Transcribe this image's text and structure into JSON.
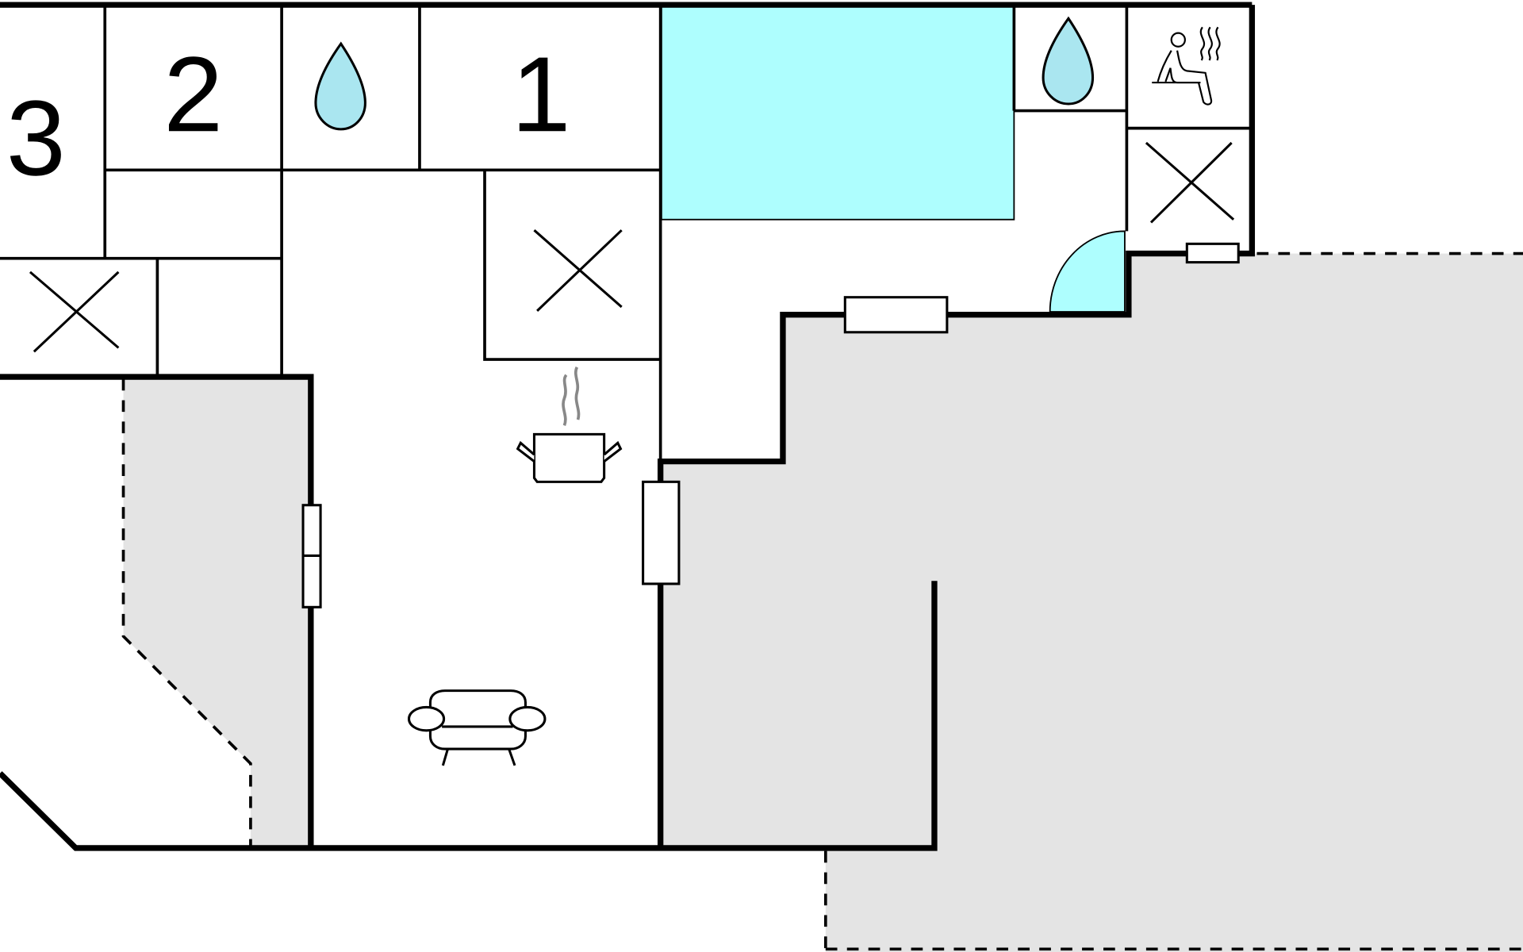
{
  "floor_plan": {
    "room_numbers": {
      "room_1": "1",
      "room_2": "2",
      "room_3": "3"
    },
    "icons": [
      "water-drop-icon",
      "water-drop-icon",
      "sauna-icon",
      "cross-icon",
      "cross-icon",
      "cross-icon",
      "kitchen-pot-icon",
      "sofa-icon"
    ],
    "colors": {
      "wall": "#000000",
      "outdoor_area": "#e4e4e4",
      "pool": "#aefefe",
      "water_drop": "#aae6f0",
      "door_swing": "#aefefe",
      "steam": "#888888"
    }
  }
}
